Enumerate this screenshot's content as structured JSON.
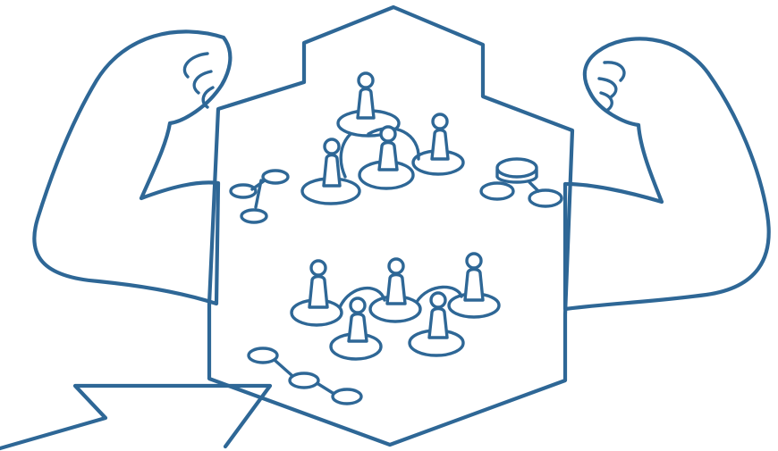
{
  "colors": {
    "ink": "#2e6796",
    "paper": "#ffffff"
  },
  "illustration": {
    "subject": "strong-arms-flexing",
    "elements": [
      "hexagon-board",
      "left-flexing-arm",
      "right-flexing-arm",
      "pawn-group-top",
      "pawn-group-bottom",
      "node-link-cluster-left",
      "node-link-cluster-right",
      "node-link-chain-bottom",
      "pointer-arrow"
    ]
  }
}
